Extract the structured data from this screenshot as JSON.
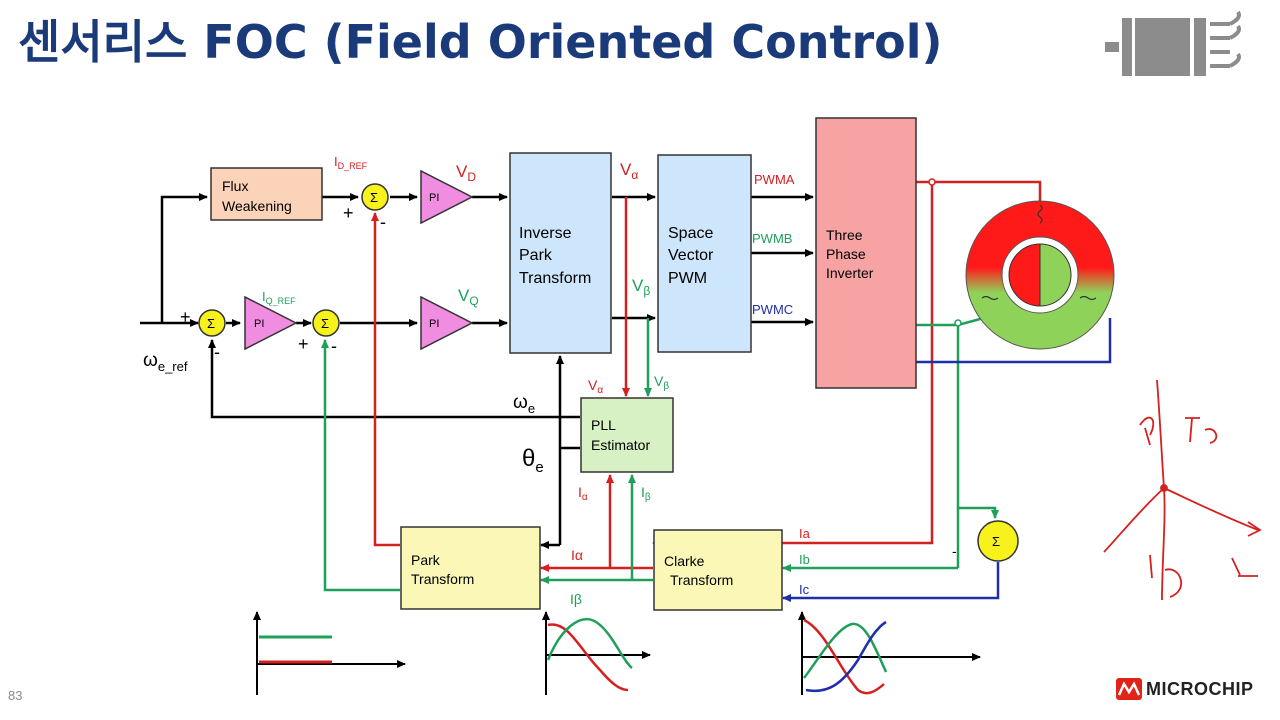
{
  "slide": {
    "title": "센서리스 FOC (Field Oriented Control)",
    "page_number": "83",
    "brand": "MICROCHIP"
  },
  "blocks": {
    "flux": [
      "Flux",
      "Weakening"
    ],
    "pi": "PI",
    "sum": "Σ",
    "inv_park": [
      "Inverse",
      "Park",
      "Transform"
    ],
    "svpwm": [
      "Space",
      "Vector",
      "PWM"
    ],
    "inverter": [
      "Three",
      "Phase",
      "Inverter"
    ],
    "pll": [
      "PLL",
      "Estimator"
    ],
    "park": [
      "Park",
      "Transform"
    ],
    "clarke": [
      "Clarke",
      "Transform"
    ]
  },
  "labels": {
    "id_ref": "I",
    "id_ref_sub": "D_REF",
    "iq_ref": "I",
    "iq_ref_sub": "Q_REF",
    "vd": "V",
    "vd_sub": "D",
    "vq": "V",
    "vq_sub": "Q",
    "valpha": "V",
    "valpha_sub": "α",
    "vbeta": "V",
    "vbeta_sub": "β",
    "pwma": "PWMA",
    "pwmb": "PWMB",
    "pwmc": "PWMC",
    "omega_ref": "ω",
    "omega_ref_sub": "e_ref",
    "omega_e": "ω",
    "omega_e_sub": "e",
    "theta_e": "θ",
    "theta_e_sub": "e",
    "ialpha_small": "I",
    "ialpha_small_sub": "α",
    "ibeta_small": "I",
    "ibeta_small_sub": "β",
    "ialpha": "Iα",
    "ibeta": "Iβ",
    "ia": "Ia",
    "ib": "Ib",
    "ic": "Ic",
    "plus": "+",
    "minus": "-"
  },
  "colors": {
    "title": "#1b3a7a",
    "red": "#d42020",
    "green": "#1fa05a",
    "blue": "#1f2fa8",
    "flux_fill": "#fbd3b8",
    "blue_fill": "#cde6fb",
    "pink_fill": "#f7a3a3",
    "pll_fill": "#d7f0c4",
    "yellow_fill": "#fbf7b6",
    "pi_fill": "#f08de0",
    "sum_fill": "#f7f21c"
  }
}
